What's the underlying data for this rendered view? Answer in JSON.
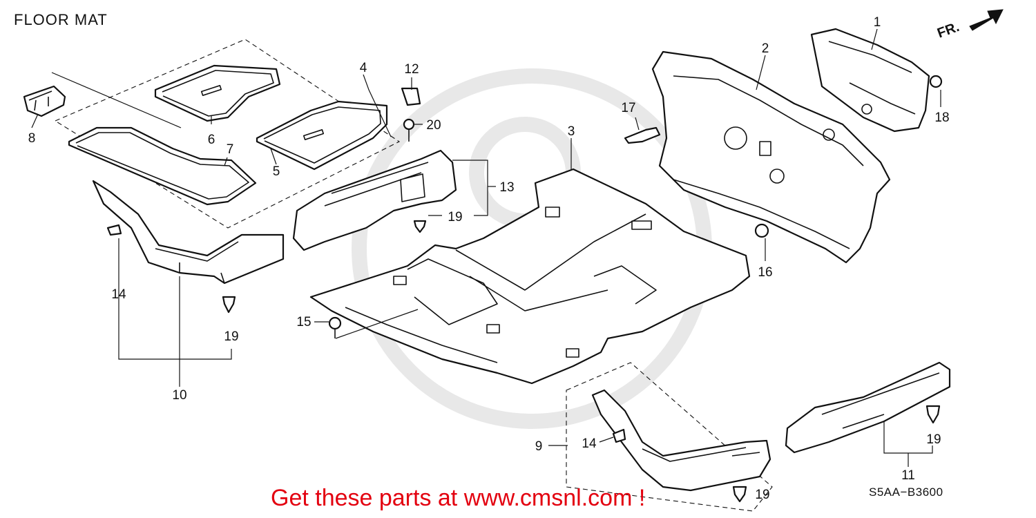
{
  "header": {
    "title": "FLOOR MAT"
  },
  "footer": {
    "diagram_code": "S5AA−B3600",
    "banner": "Get these parts at www.cmsnl.com !"
  },
  "direction_marker": {
    "label": "FR.",
    "icon": "arrow-icon"
  },
  "callouts": [
    {
      "id": "1",
      "label": "1"
    },
    {
      "id": "2",
      "label": "2"
    },
    {
      "id": "3",
      "label": "3"
    },
    {
      "id": "4",
      "label": "4"
    },
    {
      "id": "5",
      "label": "5"
    },
    {
      "id": "6",
      "label": "6"
    },
    {
      "id": "7",
      "label": "7"
    },
    {
      "id": "8",
      "label": "8"
    },
    {
      "id": "9",
      "label": "9"
    },
    {
      "id": "10",
      "label": "10"
    },
    {
      "id": "11",
      "label": "11"
    },
    {
      "id": "12",
      "label": "12"
    },
    {
      "id": "13",
      "label": "13"
    },
    {
      "id": "14a",
      "label": "14"
    },
    {
      "id": "14b",
      "label": "14"
    },
    {
      "id": "15",
      "label": "15"
    },
    {
      "id": "16",
      "label": "16"
    },
    {
      "id": "17",
      "label": "17"
    },
    {
      "id": "18",
      "label": "18"
    },
    {
      "id": "19a",
      "label": "19"
    },
    {
      "id": "19b",
      "label": "19"
    },
    {
      "id": "19c",
      "label": "19"
    },
    {
      "id": "19d",
      "label": "19"
    },
    {
      "id": "20",
      "label": "20"
    }
  ]
}
